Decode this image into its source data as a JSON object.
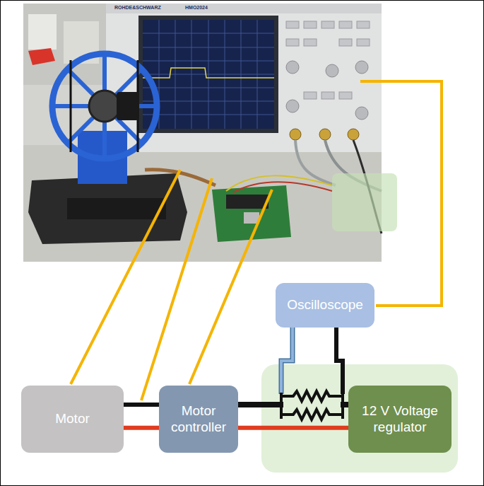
{
  "diagram": {
    "nodes": [
      {
        "text": [
          "Oscilloscope"
        ]
      },
      {
        "text": [
          "Motor"
        ]
      },
      {
        "text": [
          "Motor controller"
        ]
      },
      {
        "text": [
          "12 V Voltage regulator"
        ]
      }
    ],
    "edges": [
      {
        "from": 1,
        "to": 2,
        "arrow": "none"
      },
      {
        "from": 1,
        "to": 2,
        "arrow": "none"
      },
      {
        "from": 2,
        "to": 3,
        "arrow": "none"
      },
      {
        "from": 2,
        "to": 3,
        "arrow": "none"
      }
    ],
    "labels": [
      "ROHDE&SCHWARZ",
      "HMO2024"
    ]
  }
}
